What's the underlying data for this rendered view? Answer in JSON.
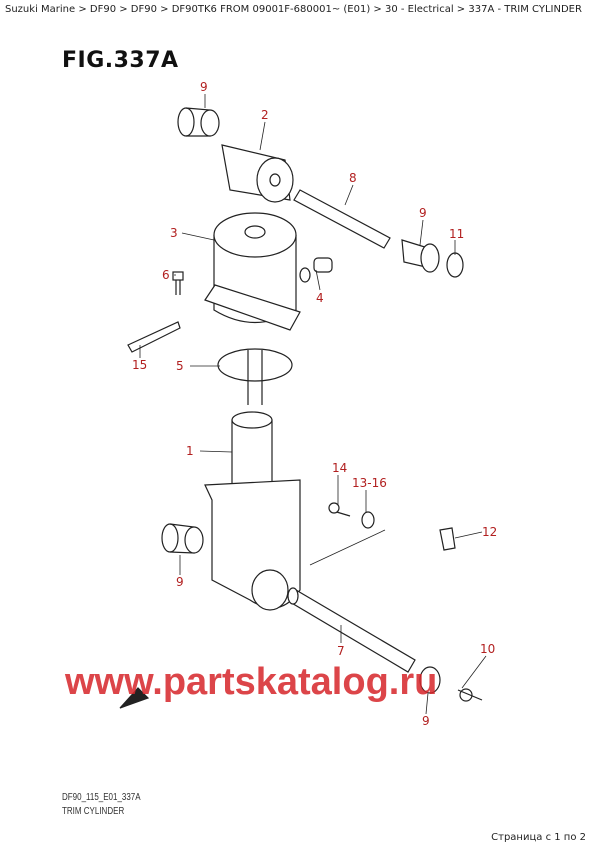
{
  "breadcrumb": "Suzuki Marine > DF90 > DF90 > DF90TK6 FROM 09001F-680001~ (E01) > 30 - Electrical > 337A - TRIM CYLINDER",
  "figure_title": "FIG.337A",
  "callouts": [
    "9",
    "2",
    "8",
    "9",
    "11",
    "3",
    "6",
    "4",
    "15",
    "5",
    "1",
    "14",
    "13-16",
    "12",
    "9",
    "7",
    "10",
    "9"
  ],
  "watermark": "www.partskatalog.ru",
  "diagram_code": "DF90_115_E01_337A",
  "diagram_title": "TRIM CYLINDER",
  "pagination": "Страница с 1 по 2",
  "colors": {
    "callout": "#b22020",
    "watermark": "#d6252a"
  }
}
